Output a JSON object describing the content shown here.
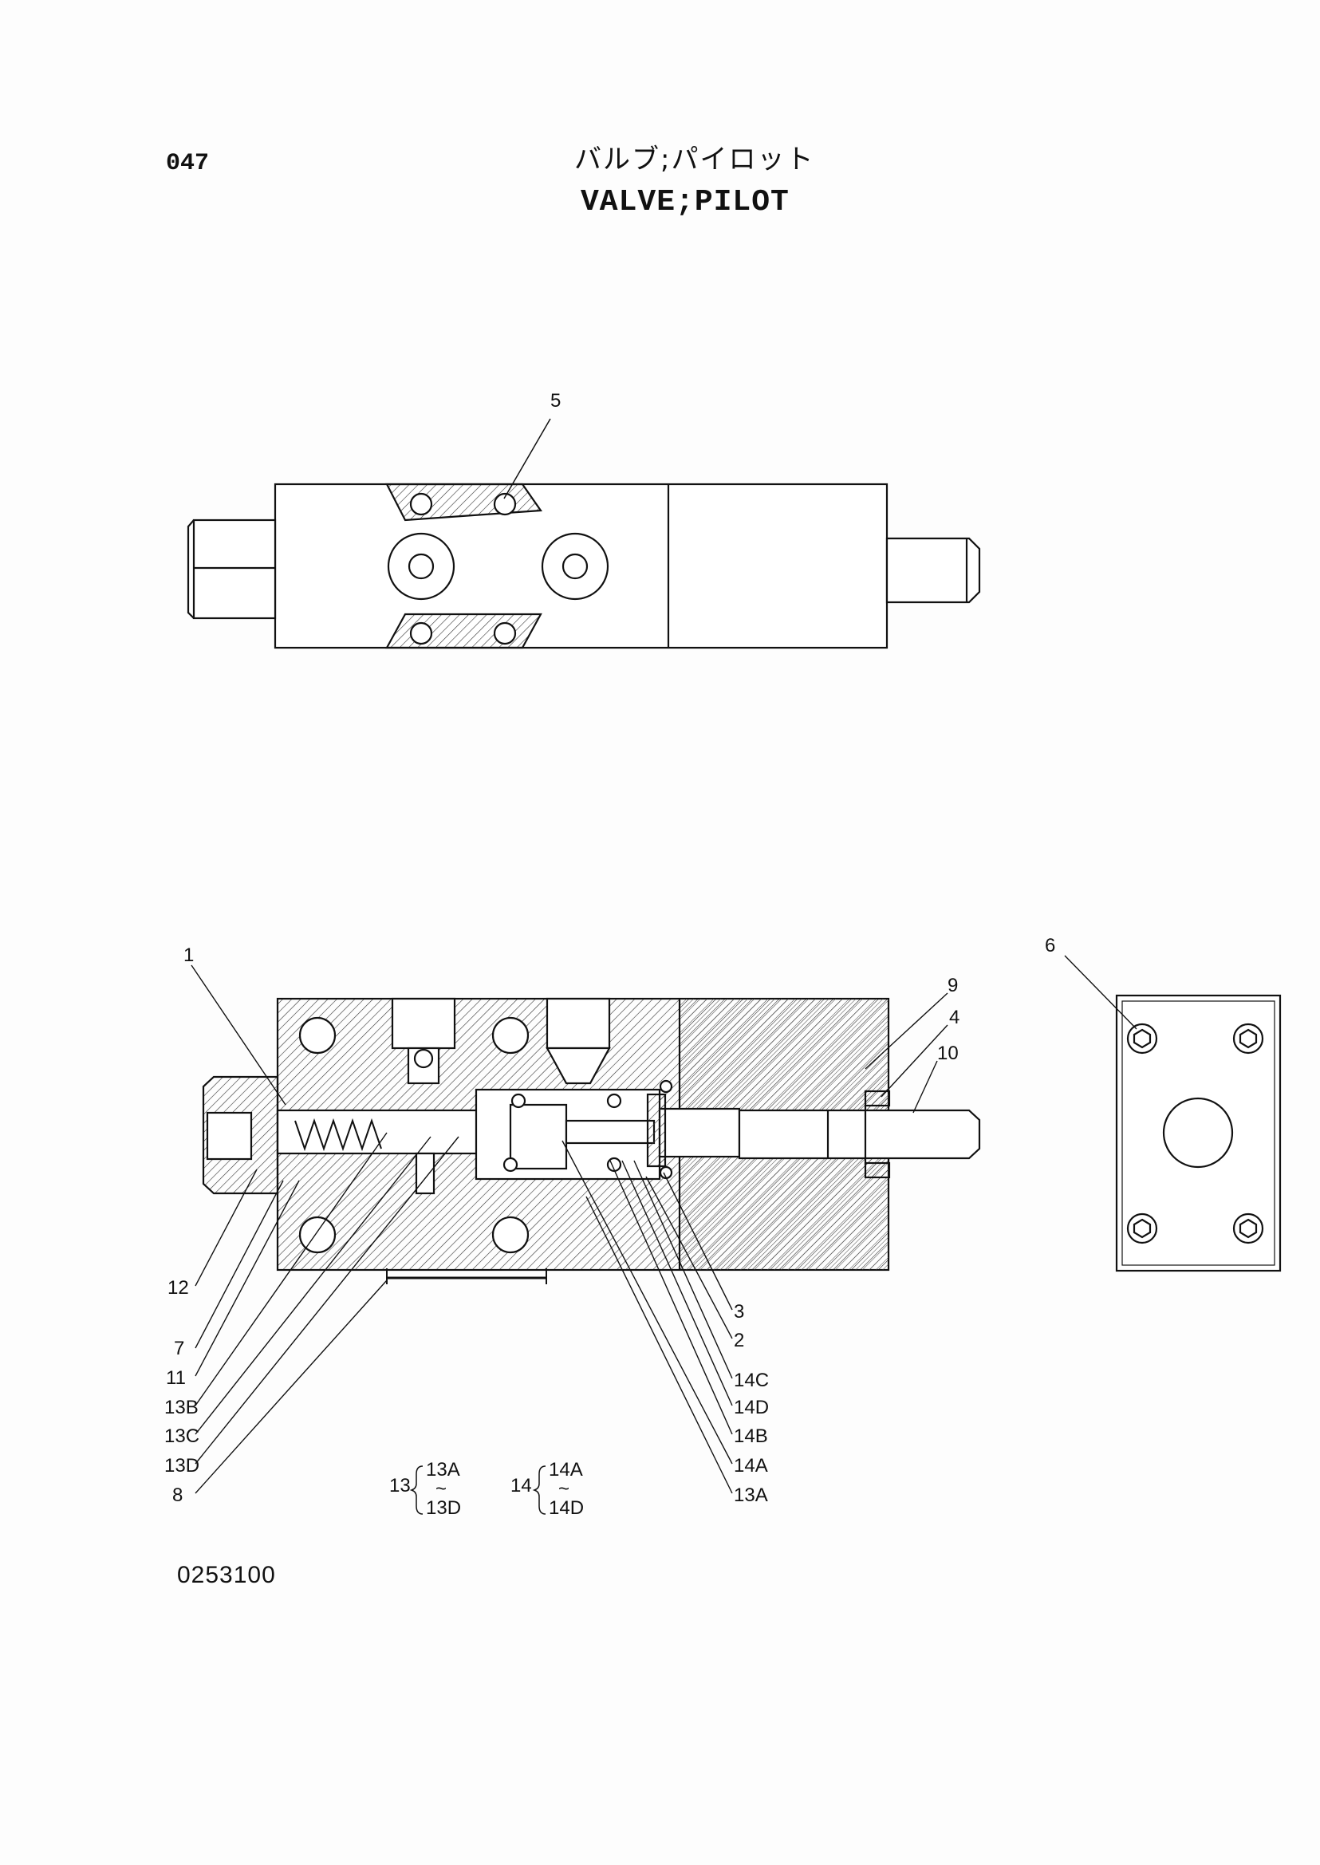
{
  "header": {
    "page_no": "047",
    "title_jp": "バルブ;パイロット",
    "title_en": "VALVE;PILOT"
  },
  "callouts": {
    "c1": "1",
    "c2": "2",
    "c3": "3",
    "c4": "4",
    "c5": "5",
    "c6": "6",
    "c7": "7",
    "c8": "8",
    "c9": "9",
    "c10": "10",
    "c11": "11",
    "c12": "12",
    "c13a": "13A",
    "c13b": "13B",
    "c13c": "13C",
    "c13d": "13D",
    "c14a": "14A",
    "c14b": "14B",
    "c14c": "14C",
    "c14d": "14D"
  },
  "groups": {
    "g13": {
      "parent": "13",
      "first": "13A",
      "tilde": "~",
      "last": "13D"
    },
    "g14": {
      "parent": "14",
      "first": "14A",
      "tilde": "~",
      "last": "14D"
    }
  },
  "footer": {
    "drawing_no": "0253100"
  }
}
